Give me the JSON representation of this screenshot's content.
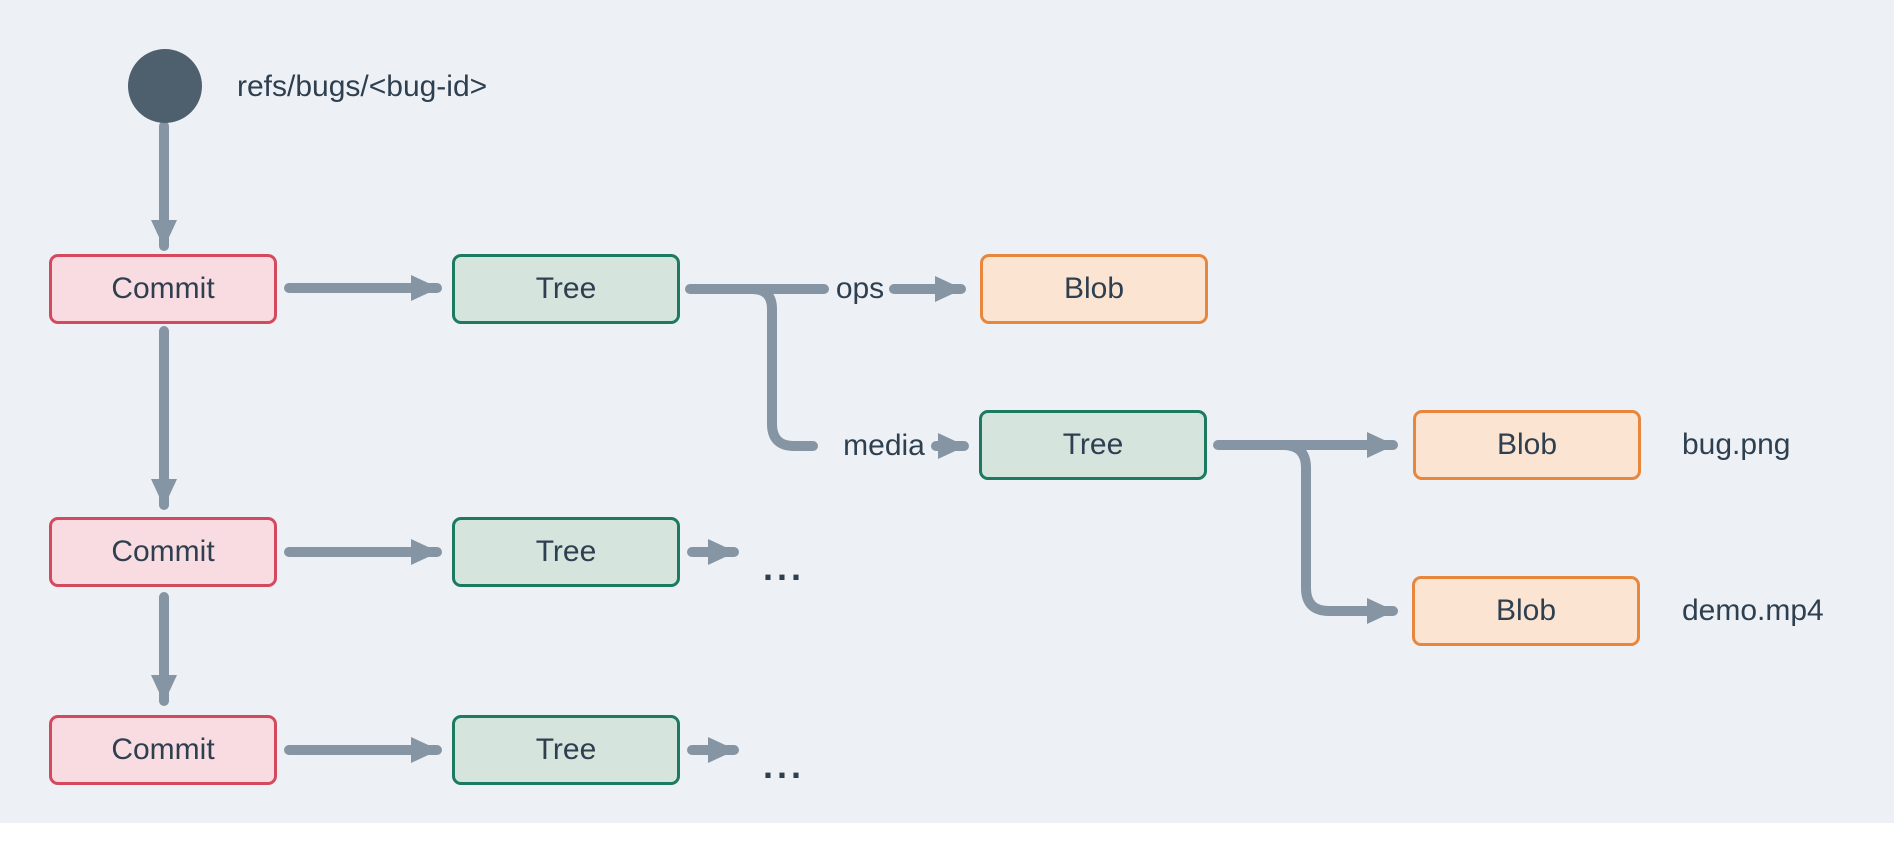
{
  "colors": {
    "bg": "#edf1f5",
    "slate": "#2e3f50",
    "line": "#8595a4",
    "circle": "#4e5f6e",
    "commit-fill": "#f8dce1",
    "commit-border": "#d5495f",
    "tree-fill": "#d5e4dd",
    "tree-border": "#1b7a60",
    "blob-fill": "#fbe4d2",
    "blob-border": "#e7863d"
  },
  "ref_label": "refs/bugs/<bug-id>",
  "nodes": {
    "commit1": {
      "label": "Commit"
    },
    "commit2": {
      "label": "Commit"
    },
    "commit3": {
      "label": "Commit"
    },
    "tree_root": {
      "label": "Tree"
    },
    "tree_media": {
      "label": "Tree"
    },
    "tree_row2": {
      "label": "Tree"
    },
    "tree_row3": {
      "label": "Tree"
    },
    "blob_ops": {
      "label": "Blob"
    },
    "blob_bug": {
      "label": "Blob"
    },
    "blob_demo": {
      "label": "Blob"
    }
  },
  "edge_labels": {
    "ops": "ops",
    "media": "media"
  },
  "file_labels": {
    "bug_png": "bug.png",
    "demo_mp4": "demo.mp4"
  },
  "ellipsis_row2": "...",
  "ellipsis_row3": "..."
}
